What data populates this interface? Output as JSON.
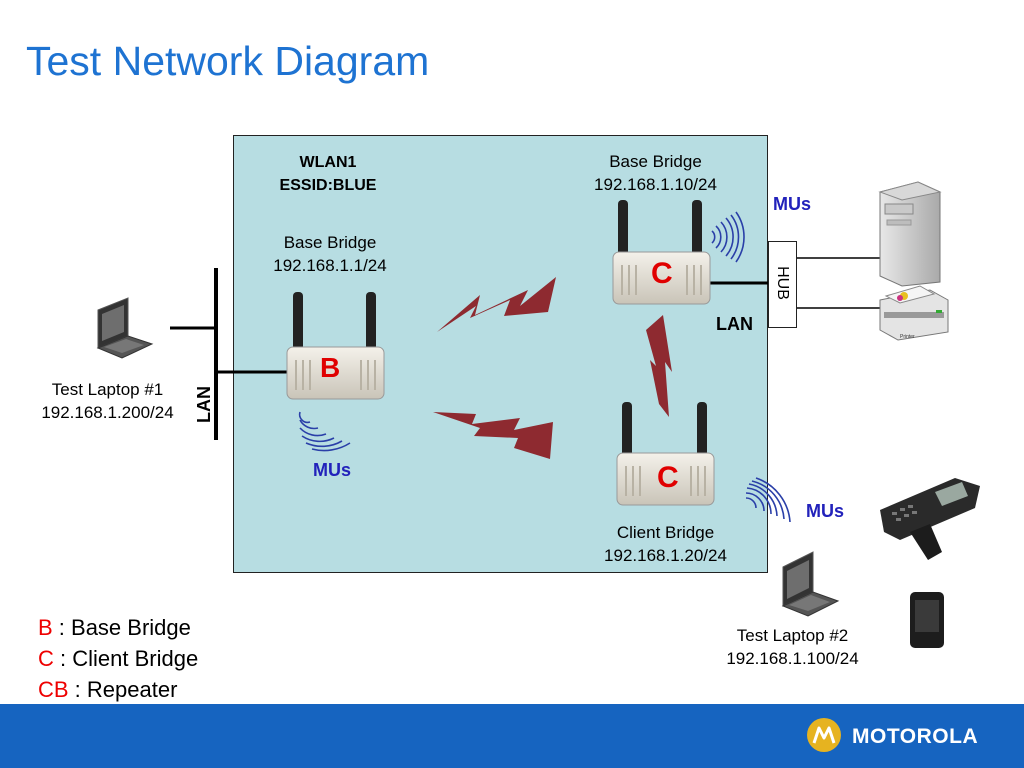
{
  "title": "Test Network Diagram",
  "wlan": {
    "line1": "WLAN1",
    "line2": "ESSID:BLUE"
  },
  "bridges": {
    "base_left": {
      "label": "Base Bridge",
      "ip": "192.168.1.1/24",
      "letter": "B"
    },
    "base_right": {
      "label": "Base Bridge",
      "ip": "192.168.1.10/24",
      "letter": "C"
    },
    "client": {
      "label": "Client Bridge",
      "ip": "192.168.1.20/24",
      "letter": "C"
    }
  },
  "laptops": {
    "one": {
      "label": "Test Laptop #1",
      "ip": "192.168.1.200/24"
    },
    "two": {
      "label": "Test Laptop #2",
      "ip": "192.168.1.100/24"
    }
  },
  "mus_label": "MUs",
  "lan_label": "LAN",
  "hub_label": "HUB",
  "printer_label": "Printer",
  "legend": [
    {
      "key": "B",
      "text": " : Base Bridge"
    },
    {
      "key": "C",
      "text": " : Client Bridge"
    },
    {
      "key": "CB",
      "text": " : Repeater"
    }
  ],
  "brand": "MOTOROLA",
  "colors": {
    "title": "#1e73d2",
    "panel": "#b7dde2",
    "footer": "#1664c0",
    "bolt": "#8e2a30",
    "letter": "#e00000",
    "mus": "#2222bb"
  }
}
